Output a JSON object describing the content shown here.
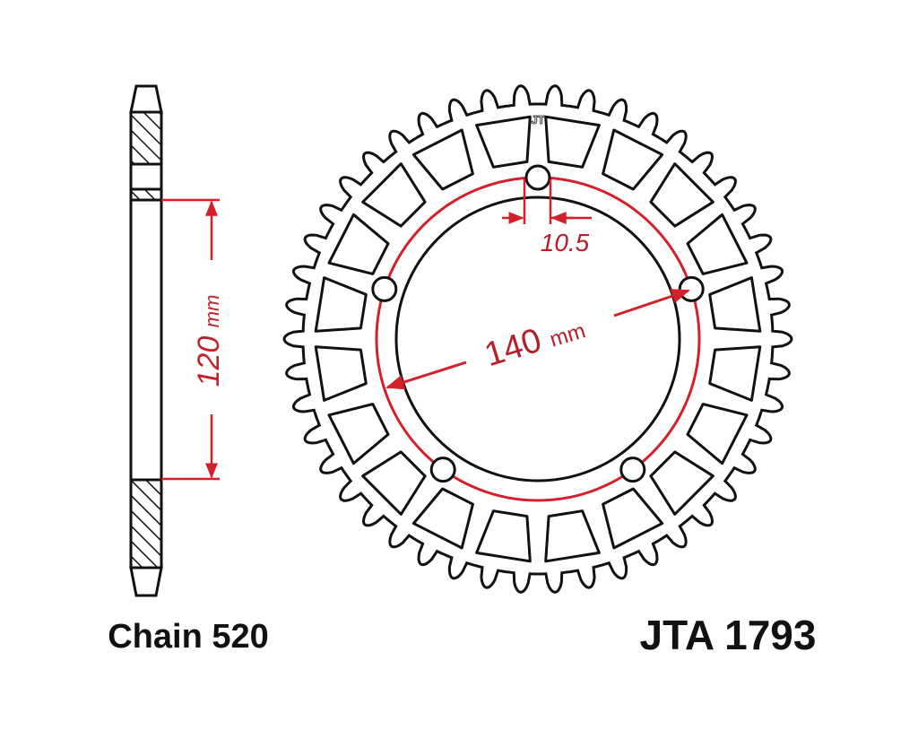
{
  "side_view": {
    "dimension_value": "120",
    "dimension_unit": "mm",
    "caption": "Chain 520"
  },
  "front_view": {
    "pcd_value": "140",
    "pcd_unit": "mm",
    "bolt_hole_value": "10.5",
    "logo_text": "JT",
    "caption": "JTA 1793",
    "teeth": 46,
    "bolt_holes": 5,
    "windows": 20
  },
  "colors": {
    "line": "#111111",
    "dimension": "#d4202a"
  }
}
